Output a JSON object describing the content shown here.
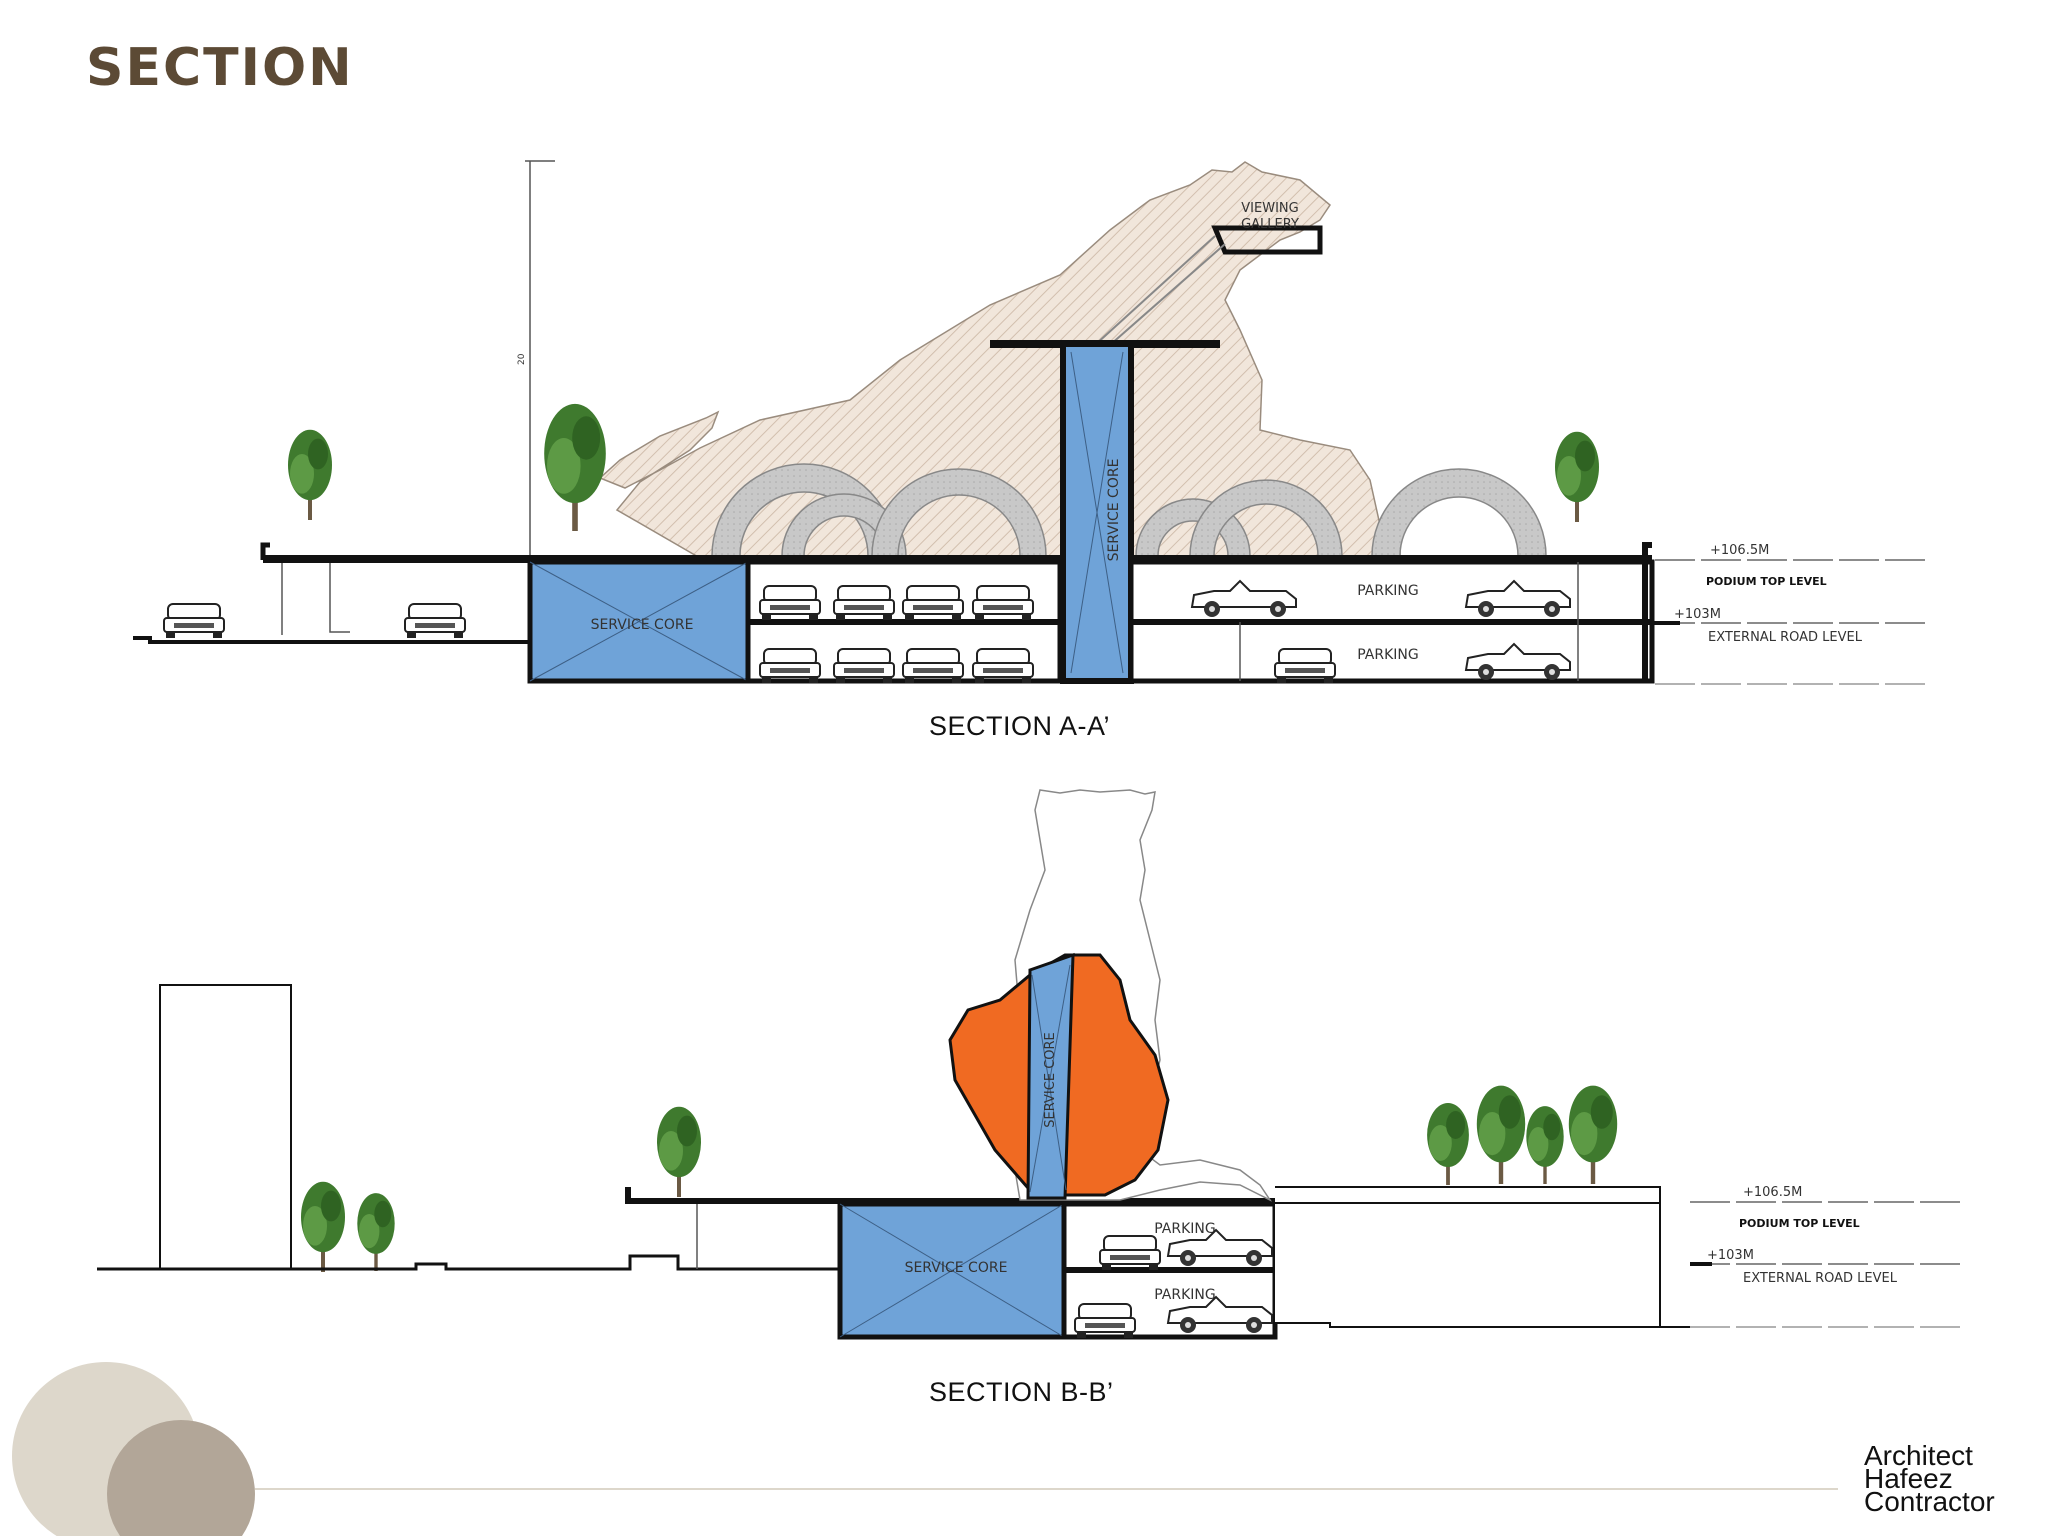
{
  "page": {
    "title": "SECTION"
  },
  "section_a": {
    "caption": "SECTION A-A’",
    "viewing_gallery_line1": "VIEWING",
    "viewing_gallery_line2": "GALLERY",
    "service_core": "SERVICE CORE",
    "service_core_vertical": "SERVICE CORE",
    "parking_upper": "PARKING",
    "parking_lower": "PARKING",
    "height_mark": "20",
    "level_top_value": "+106.5M",
    "level_top_label": "PODIUM TOP LEVEL",
    "level_road_value": "+103M",
    "level_road_label": "EXTERNAL ROAD LEVEL"
  },
  "section_b": {
    "caption": "SECTION B-B’",
    "service_core": "SERVICE CORE",
    "service_core_vertical": "SERVICE CORE",
    "parking_upper": "PARKING",
    "parking_lower": "PARKING",
    "level_top_value": "+106.5M",
    "level_top_label": "PODIUM TOP LEVEL",
    "level_road_value": "+103M",
    "level_road_label": "EXTERNAL ROAD LEVEL"
  },
  "brand": {
    "line1": "Architect",
    "line2": "Hafeez",
    "line3": "Contractor"
  },
  "colors": {
    "core_blue": "#6fa3d8",
    "accent_orange": "#f06a22",
    "title_brown": "#5c4a35",
    "circle_light": "#ddd7cb",
    "circle_dark": "#b2a698",
    "hatch": "#f1e6db"
  }
}
